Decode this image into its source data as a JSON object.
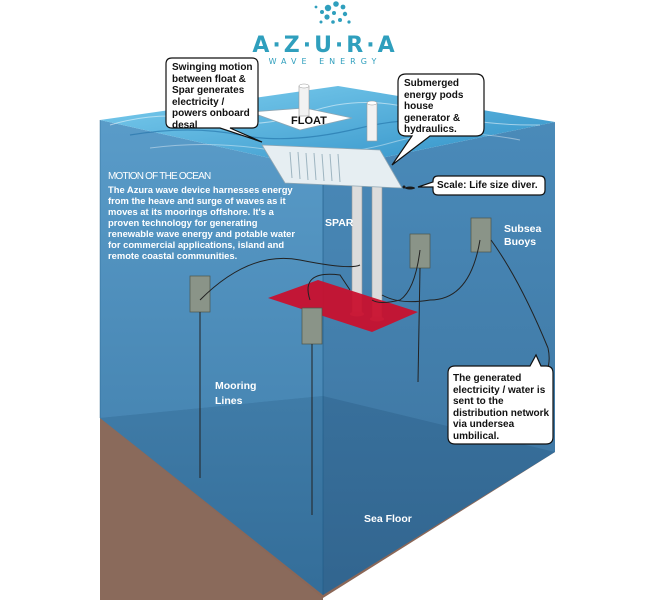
{
  "logo": {
    "word": "A·Z·U·R·A",
    "subtitle": "WAVE ENERGY"
  },
  "callouts": {
    "swinging": "Swinging motion between float & Spar generates electricity / powers onboard desal",
    "pods": "Submerged energy pods house generator & hydraulics.",
    "scale": "Scale: Life size diver.",
    "generated": "The generated electricity / water is sent to the distribution network via undersea umbilical."
  },
  "labels": {
    "float": "FLOAT",
    "spar": "SPAR",
    "buoys": "Subsea Buoys",
    "mooring": "Mooring Lines",
    "seafloor": "Sea Floor"
  },
  "description": {
    "heading": "MOTION OF THE OCEAN",
    "body": "The Azura wave device harnesses energy from the heave and surge of waves as it moves at its moorings offshore.  It's a proven technology for generating renewable wave energy and potable water for commercial applications, island and remote coastal communities."
  },
  "colors": {
    "water_front": "#3f86b8",
    "water_side": "#2f70a3",
    "surface": "#5bb8e0",
    "sea_floor": "#8a6a5b",
    "logo": "#2f9fbd",
    "platform": "#c8102e"
  }
}
